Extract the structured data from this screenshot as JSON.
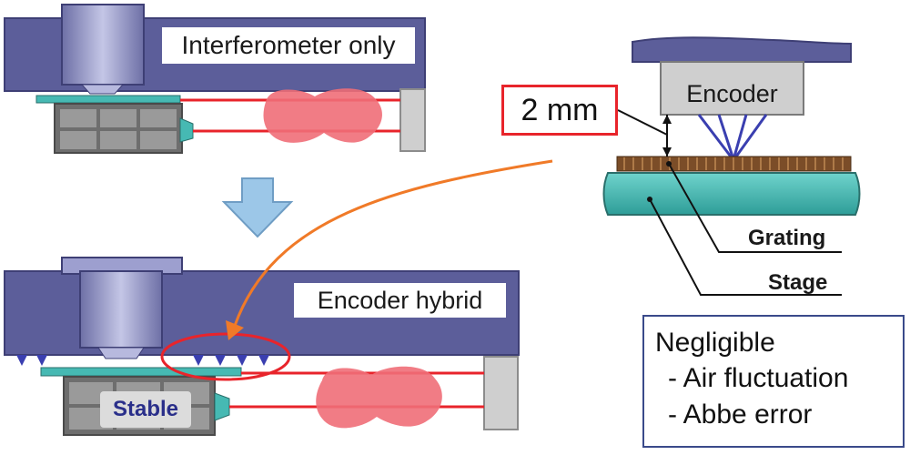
{
  "labels": {
    "interferometer_only": "Interferometer only",
    "encoder_hybrid": "Encoder hybrid",
    "stable": "Stable",
    "gap": "2 mm",
    "encoder": "Encoder",
    "grating": "Grating",
    "stage": "Stage"
  },
  "note": {
    "title": "Negligible",
    "items": [
      "- Air fluctuation",
      "- Abbe error"
    ]
  },
  "colors": {
    "frame": "#5c5e9a",
    "frame_dark": "#3e3f75",
    "stage_teal": "#46b9b3",
    "laser_red": "#e8242b",
    "beam_cloud": "#f06e78",
    "arrow_orange": "#f07a28",
    "down_arrow": "#9cc7e8",
    "encoder_head": "#cfcfcf",
    "grating_brown": "#7b4d28",
    "block_gray": "#6e6e6e"
  }
}
